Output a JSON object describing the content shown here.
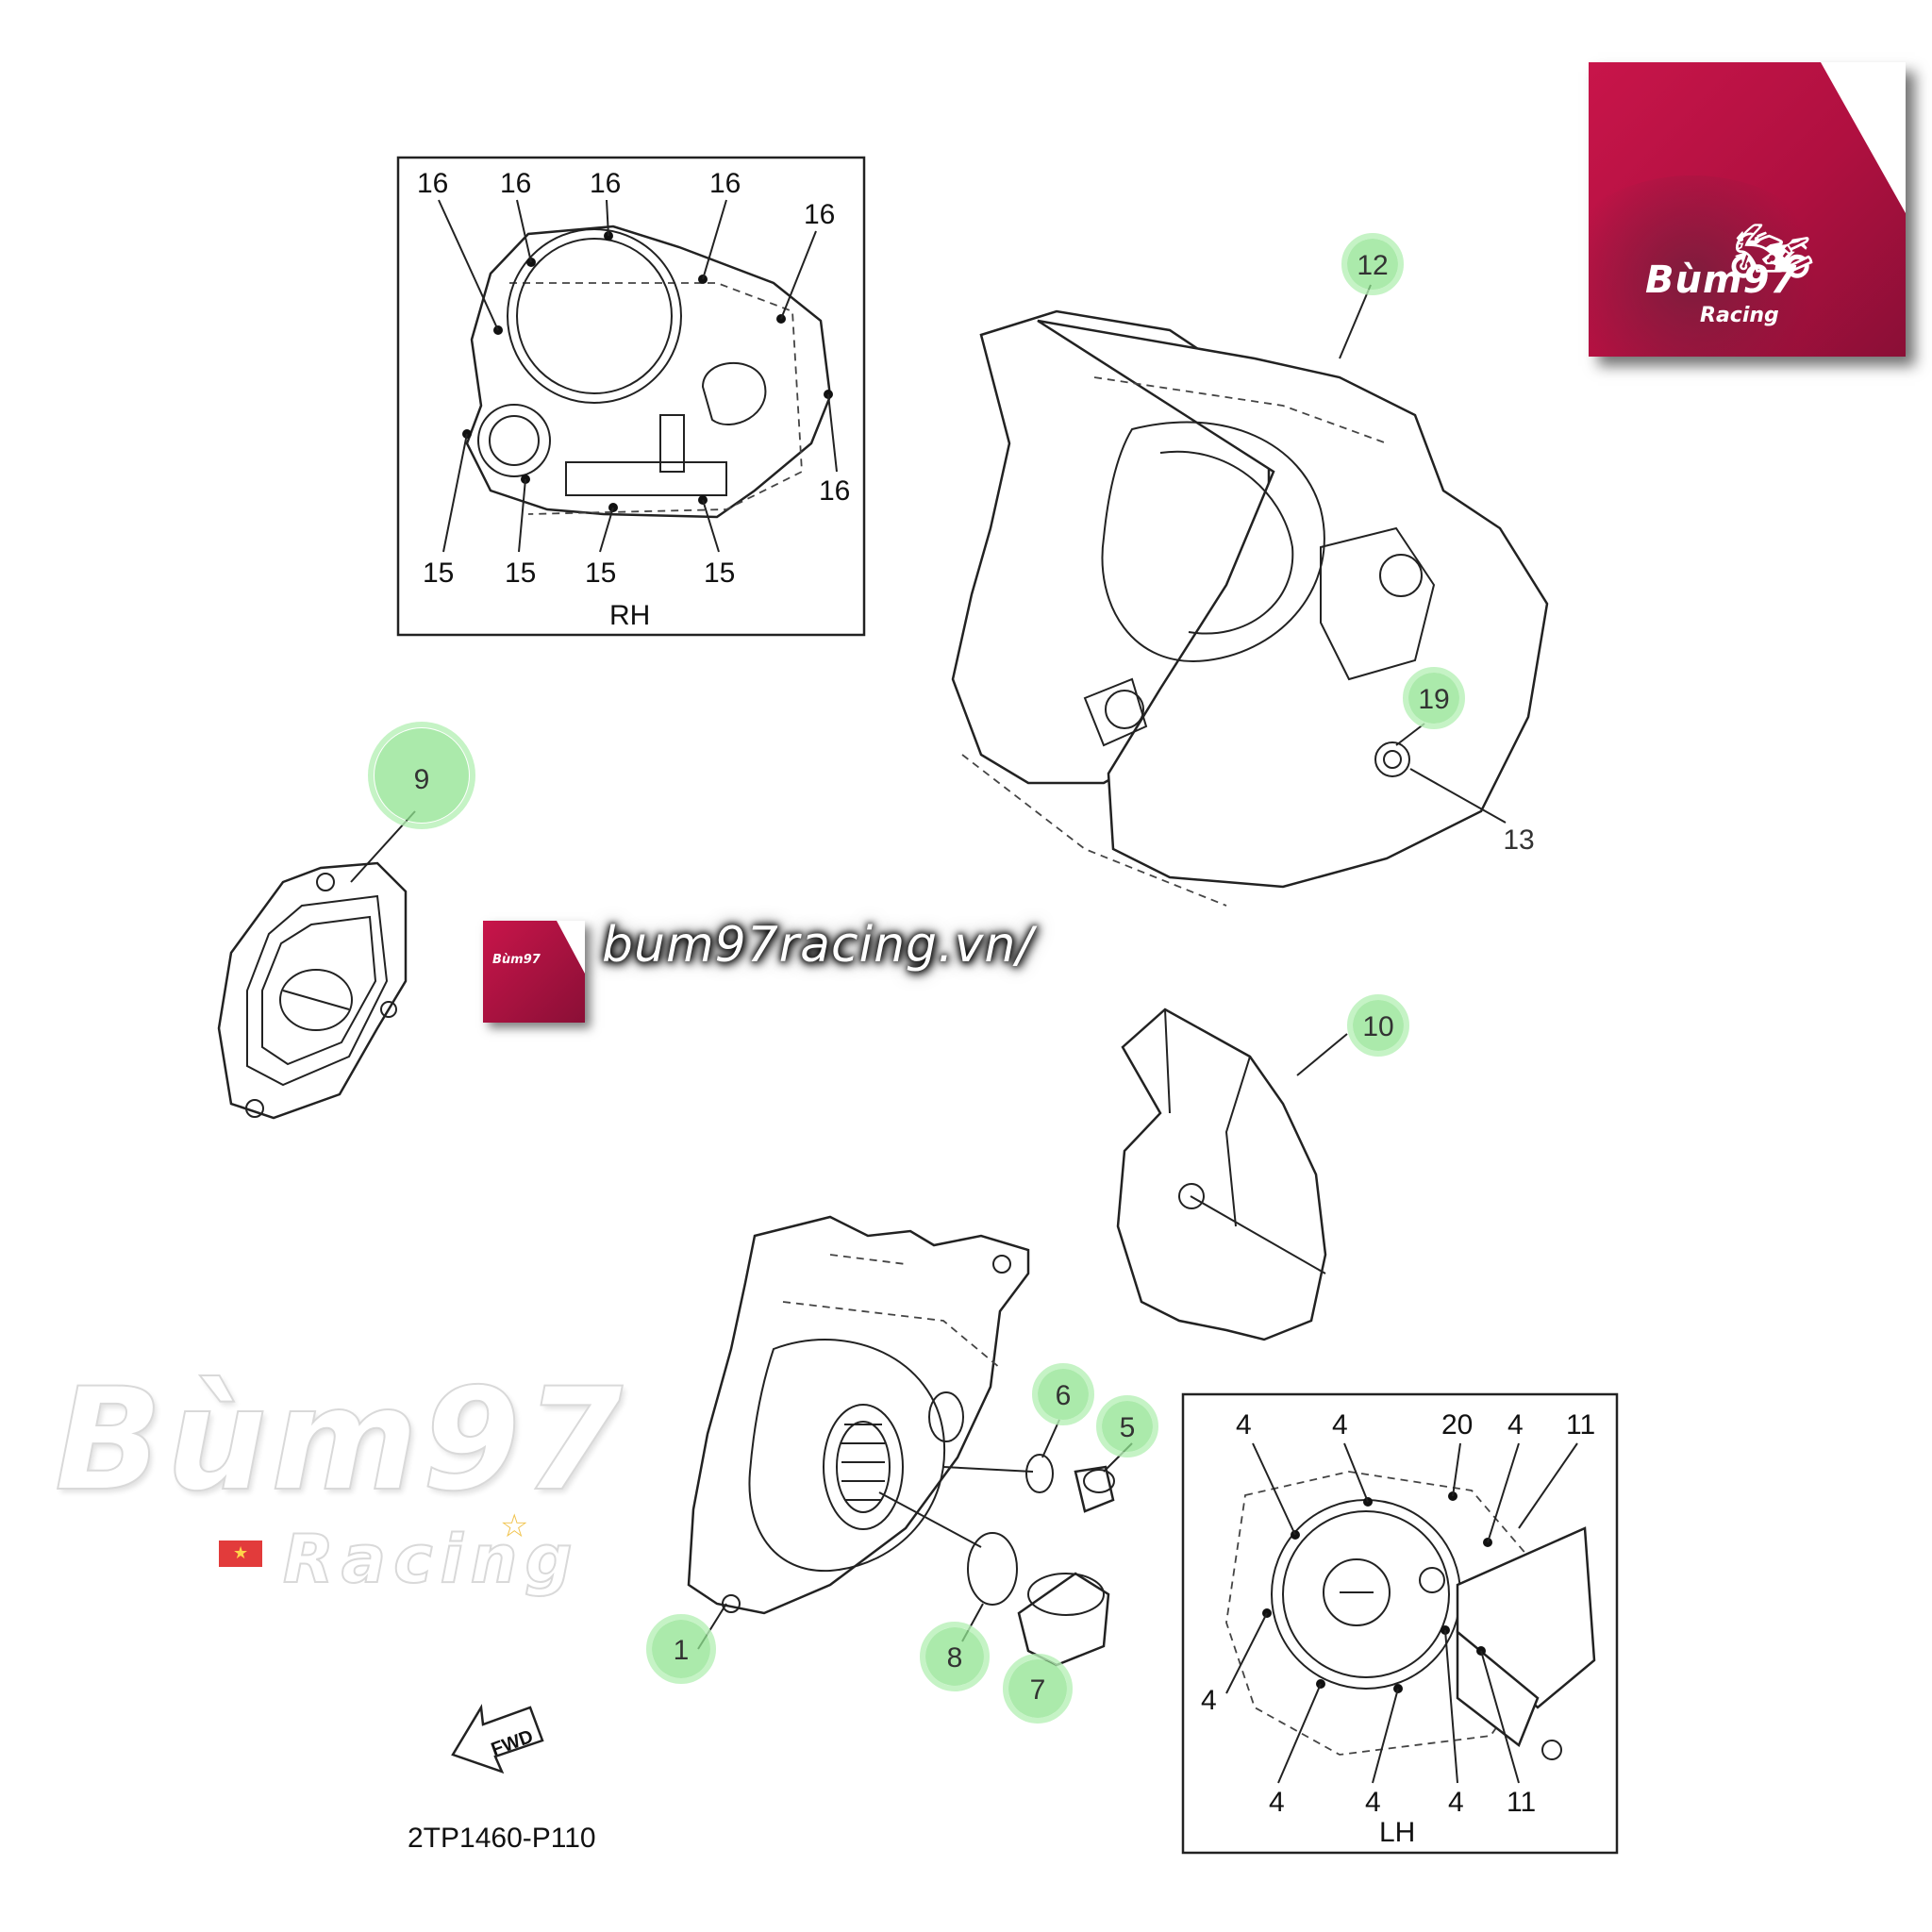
{
  "diagram": {
    "part_code": "2TP1460-P110",
    "fwd_label": "FWD",
    "inset_rh": {
      "title": "RH",
      "top_labels": [
        "16",
        "16",
        "16",
        "16",
        "16"
      ],
      "right_label": "16",
      "bottom_labels": [
        "15",
        "15",
        "15",
        "15"
      ]
    },
    "inset_lh": {
      "title": "LH",
      "top_labels": [
        "4",
        "4",
        "20",
        "4",
        "11"
      ],
      "left_label": "4",
      "bottom_labels": [
        "4",
        "4",
        "4",
        "11"
      ]
    },
    "callouts": {
      "c1": "1",
      "c5": "5",
      "c6": "6",
      "c7": "7",
      "c8": "8",
      "c9": "9",
      "c10": "10",
      "c12": "12",
      "c13": "13",
      "c19": "19"
    },
    "highlight_color": "#8fe38f"
  },
  "branding": {
    "logo_name": "Bùm97",
    "logo_sub": "Racing",
    "url": "bum97racing.vn/",
    "brand_color": "#c8154a",
    "watermark_name": "Bùm97",
    "watermark_sub": "Racing"
  }
}
